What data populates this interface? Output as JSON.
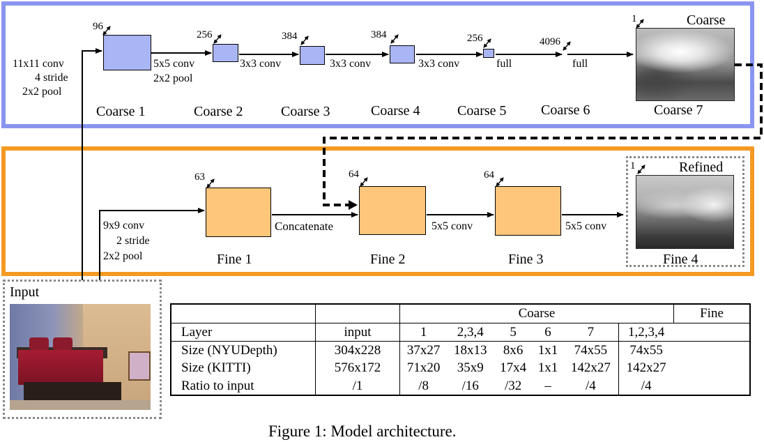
{
  "coarse": {
    "layers": [
      {
        "name": "Coarse 1",
        "channels": "96"
      },
      {
        "name": "Coarse 2",
        "channels": "256"
      },
      {
        "name": "Coarse 3",
        "channels": "384"
      },
      {
        "name": "Coarse 4",
        "channels": "384"
      },
      {
        "name": "Coarse 5",
        "channels": "256"
      },
      {
        "name": "Coarse 6",
        "channels": "4096"
      },
      {
        "name": "Coarse 7",
        "channels": "1"
      }
    ],
    "ops": {
      "in_conv": "11x11 conv",
      "in_stride": "4 stride",
      "in_pool": "2x2 pool",
      "op1_conv": "5x5 conv",
      "op1_pool": "2x2 pool",
      "op2": "3x3 conv",
      "op3": "3x3 conv",
      "op4": "3x3 conv",
      "op5": "full",
      "op6": "full"
    },
    "output_label": "Coarse"
  },
  "fine": {
    "layers": [
      {
        "name": "Fine 1",
        "channels": "63"
      },
      {
        "name": "Fine 2",
        "channels": "64"
      },
      {
        "name": "Fine 3",
        "channels": "64"
      },
      {
        "name": "Fine 4",
        "channels": "1"
      }
    ],
    "ops": {
      "in_conv": "9x9 conv",
      "in_stride": "2 stride",
      "in_pool": "2x2 pool",
      "op1": "Concatenate",
      "op2": "5x5 conv",
      "op3": "5x5 conv"
    },
    "output_label": "Refined"
  },
  "input_label": "Input",
  "table": {
    "group_headers": [
      "",
      "",
      "Coarse",
      "Fine"
    ],
    "header_row": [
      "Layer",
      "input",
      "1",
      "2,3,4",
      "5",
      "6",
      "7",
      "1,2,3,4"
    ],
    "rows": [
      [
        "Size (NYUDepth)",
        "304x228",
        "37x27",
        "18x13",
        "8x6",
        "1x1",
        "74x55",
        "74x55"
      ],
      [
        "Size (KITTI)",
        "576x172",
        "71x20",
        "35x9",
        "17x4",
        "1x1",
        "142x27",
        "142x27"
      ],
      [
        "Ratio to input",
        "/1",
        "/8",
        "/16",
        "/32",
        "–",
        "/4",
        "/4"
      ]
    ]
  },
  "caption": "Figure 1: Model architecture.",
  "colors": {
    "coarse_panel": "#8a95f0",
    "coarse_box": "#aab5f5",
    "fine_panel": "#f39a23",
    "fine_box": "#fec67a"
  }
}
